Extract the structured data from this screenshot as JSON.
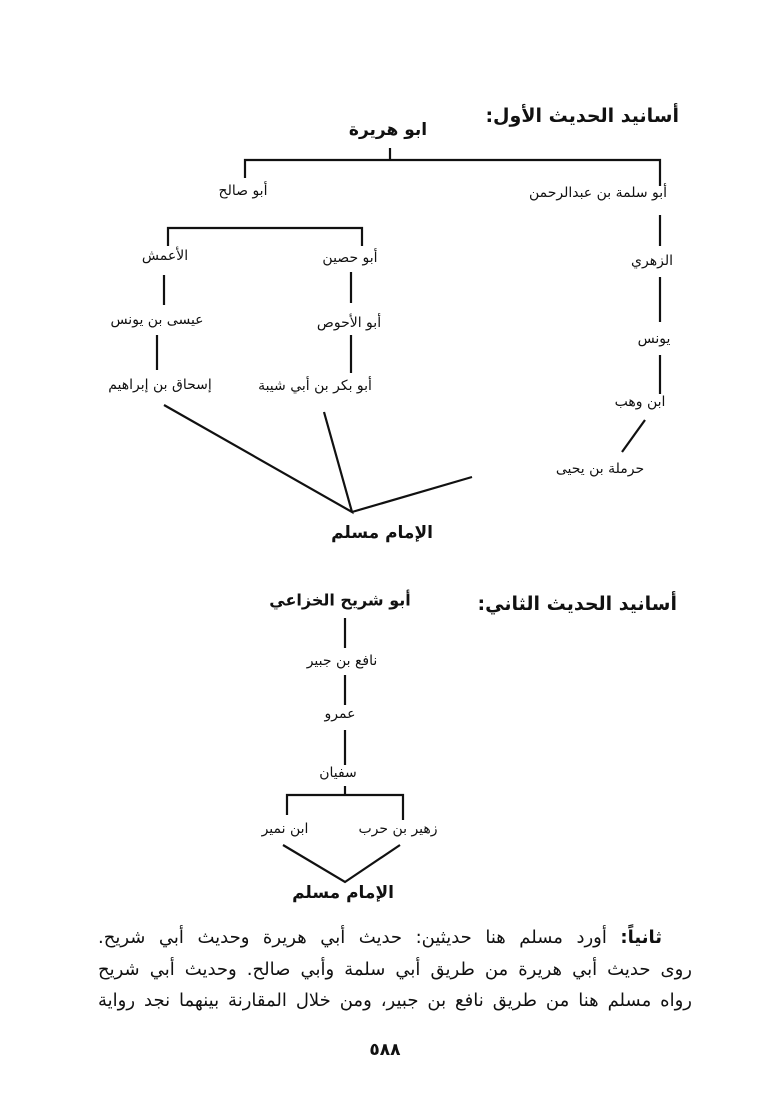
{
  "diagram1": {
    "heading": "أسانيد الحديث الأول:",
    "root": "ابو هريرة",
    "nodes": {
      "abu_salih": "أبو صالح",
      "abu_salama": "أبو سلمة بن عبدالرحمن",
      "amash": "الأعمش",
      "abu_husain": "أبو حصين",
      "zuhri": "الزهري",
      "isa": "عيسى بن يونس",
      "abu_ahwas": "أبو الأحوص",
      "yunus": "يونس",
      "ishaq": "إسحاق بن إبراهيم",
      "abu_bakr": "أبو بكر بن أبي شيبة",
      "ibn_wahb": "ابن وهب",
      "harmala": "حرملة بن يحيى"
    },
    "sink": "الإمام مسلم"
  },
  "diagram2": {
    "heading": "أسانيد الحديث الثاني:",
    "root": "أبو شريح الخزاعي",
    "nodes": {
      "nafi": "نافع بن جبير",
      "amr": "عمرو",
      "sufyan": "سفيان",
      "ibn_numair": "ابن نمير",
      "zuhair": "زهير بن حرب"
    },
    "sink": "الإمام مسلم"
  },
  "paragraph": {
    "lead": "ثانياً:",
    "lines": [
      "أورد مسلم هنا حديثين: حديث أبي هريرة وحديث أبي شريح.",
      "روى حديث أبي هريرة من طريق أبي سلمة وأبي صالح. وحديث أبي شريح",
      "رواه مسلم هنا من طريق نافع بن جبير، ومن خلال المقارنة بينهما نجد رواية"
    ]
  },
  "page_number": "٥٨٨"
}
